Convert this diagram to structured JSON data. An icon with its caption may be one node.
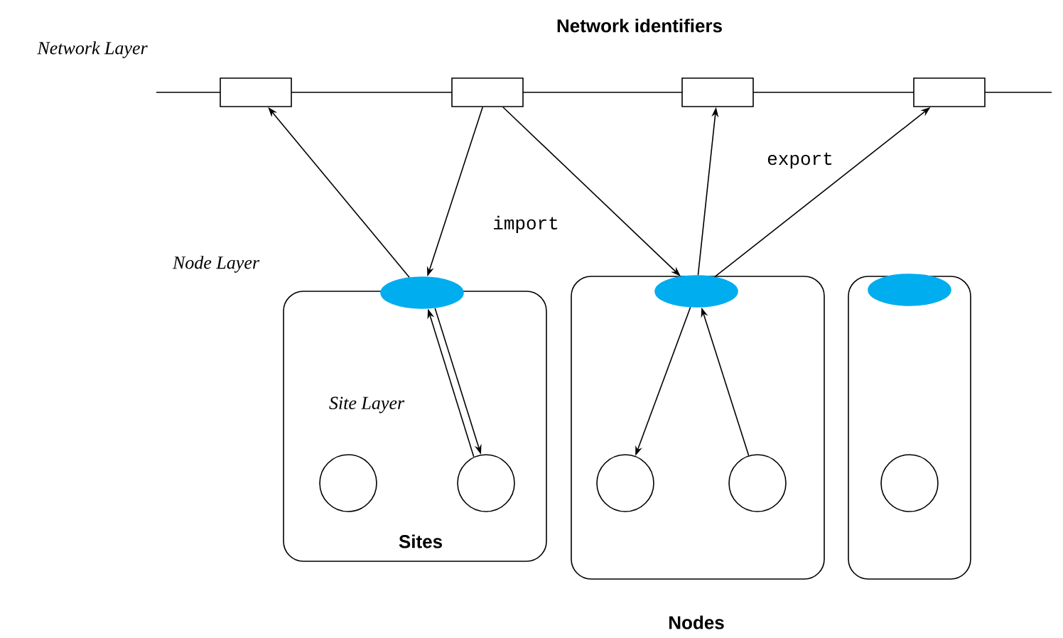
{
  "diagram": {
    "title": "Network identifiers",
    "nodes": [
      {
        "text": [],
        "shape": "box"
      },
      {
        "text": [],
        "shape": "box"
      },
      {
        "text": [],
        "shape": "box"
      },
      {
        "text": [],
        "shape": "box"
      },
      {
        "text": [],
        "shape": "box"
      },
      {
        "text": [],
        "shape": "box"
      },
      {
        "text": [],
        "shape": "box"
      },
      {
        "text": [],
        "shape": "ellipse"
      },
      {
        "text": [],
        "shape": "ellipse",
        "in": 5
      },
      {
        "text": [],
        "shape": "ellipse",
        "in": 6
      },
      {
        "text": [],
        "shape": "circle",
        "in": 4
      },
      {
        "text": [],
        "shape": "circle",
        "in": 4
      },
      {
        "text": [],
        "shape": "circle",
        "in": 5
      },
      {
        "text": [],
        "shape": "circle",
        "in": 5
      },
      {
        "text": [],
        "shape": "circle",
        "in": 6
      }
    ],
    "edges": [
      {
        "from": 7,
        "to": 0,
        "arrow": "to"
      },
      {
        "from": 1,
        "to": 7,
        "arrow": "to",
        "label": "import"
      },
      {
        "from": 1,
        "to": 8,
        "arrow": "to"
      },
      {
        "from": 8,
        "to": 2,
        "arrow": "to"
      },
      {
        "from": 8,
        "to": 3,
        "arrow": "to",
        "label": "export"
      },
      {
        "from": 11,
        "to": 7,
        "arrow": "to"
      },
      {
        "from": 7,
        "to": 11,
        "arrow": "to"
      },
      {
        "from": 8,
        "to": 12,
        "arrow": "to"
      },
      {
        "from": 13,
        "to": 8,
        "arrow": "to"
      }
    ],
    "labels": [
      "Network Layer",
      "Node Layer",
      "Site Layer",
      "Sites",
      "Nodes"
    ]
  }
}
